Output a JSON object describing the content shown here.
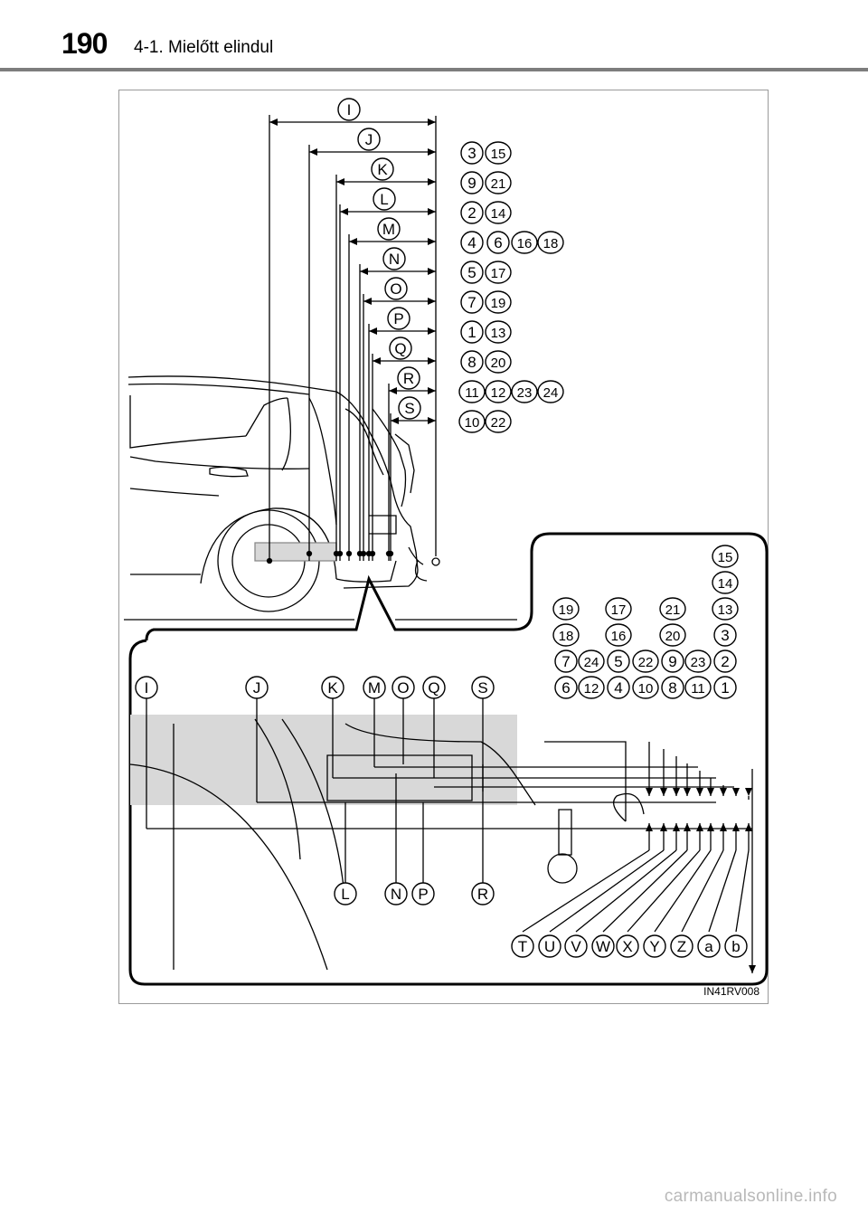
{
  "header": {
    "page_number": "190",
    "section_title": "4-1. Mielőtt elindul"
  },
  "figure": {
    "code": "IN41RV008",
    "upper_rows": [
      {
        "letter": "I",
        "numbers": []
      },
      {
        "letter": "J",
        "numbers": [
          "3",
          "15"
        ]
      },
      {
        "letter": "K",
        "numbers": [
          "9",
          "21"
        ]
      },
      {
        "letter": "L",
        "numbers": [
          "2",
          "14"
        ]
      },
      {
        "letter": "M",
        "numbers": [
          "4",
          "6",
          "16",
          "18"
        ]
      },
      {
        "letter": "N",
        "numbers": [
          "5",
          "17"
        ]
      },
      {
        "letter": "O",
        "numbers": [
          "7",
          "19"
        ]
      },
      {
        "letter": "P",
        "numbers": [
          "1",
          "13"
        ]
      },
      {
        "letter": "Q",
        "numbers": [
          "8",
          "20"
        ]
      },
      {
        "letter": "R",
        "numbers": [
          "11",
          "12",
          "23",
          "24"
        ]
      },
      {
        "letter": "S",
        "numbers": [
          "10",
          "22"
        ]
      }
    ],
    "detail_top_letters": [
      "I",
      "J",
      "K",
      "M",
      "O",
      "Q",
      "S"
    ],
    "detail_bottom_letters": [
      "L",
      "N",
      "P",
      "R"
    ],
    "number_columns": [
      [
        "19",
        "18",
        "7",
        "6"
      ],
      [
        "24",
        "12"
      ],
      [
        "17",
        "16",
        "5",
        "4"
      ],
      [
        "22",
        "10"
      ],
      [
        "21",
        "20",
        "9",
        "8"
      ],
      [
        "23",
        "11"
      ],
      [
        "15",
        "14",
        "13",
        "3",
        "2",
        "1"
      ]
    ],
    "dimension_letters": [
      "T",
      "U",
      "V",
      "W",
      "X",
      "Y",
      "Z",
      "a",
      "b"
    ]
  },
  "footer": {
    "watermark": "carmanualsonline.info"
  }
}
